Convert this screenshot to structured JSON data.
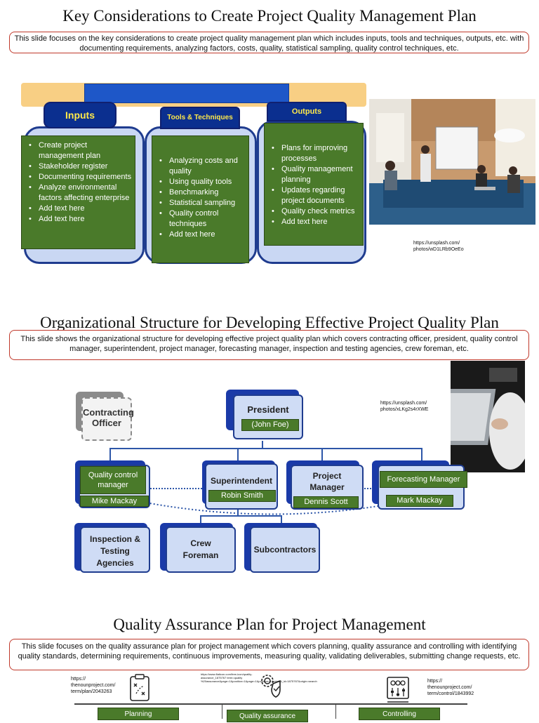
{
  "section1": {
    "title": "Key Considerations to Create Project Quality Management Plan",
    "description": "This slide focuses on the key considerations to create project quality management plan which includes inputs, tools and techniques, outputs, etc. with documenting requirements, analyzing factors, costs, quality, statistical sampling, quality control techniques, etc.",
    "inputs": {
      "header": "Inputs",
      "items": [
        "Create project management plan",
        "Stakeholder register",
        "Documenting requirements",
        "Analyze environmental factors affecting enterprise",
        "Add text here",
        "Add text here"
      ]
    },
    "tools": {
      "header": "Tools & Techniques",
      "items": [
        "Analyzing costs and quality",
        "Using quality tools",
        "Benchmarking",
        "Statistical sampling",
        "Quality control techniques",
        "Add text here"
      ]
    },
    "outputs": {
      "header": "Outputs",
      "items": [
        "Plans for improving processes",
        "Quality management planning",
        "Updates regarding project documents",
        "Quality check metrics",
        "Add text here"
      ]
    },
    "photo_credit": "https://unsplash.com/ photos/wD1LRb9OeEo"
  },
  "section2": {
    "title": "Organizational Structure for Developing Effective Project Quality Plan",
    "description": "This slide shows the organizational structure for developing effective project quality plan which covers contracting officer, president, quality control manager, superintendent, project manager, forecasting manager, inspection and testing agencies, crew foreman, etc.",
    "contracting_officer": "Contracting Officer",
    "president": {
      "role": "President",
      "name": "(John Foe)"
    },
    "quality_control": {
      "role": "Quality control manager",
      "name": "Mike Mackay"
    },
    "superintendent": {
      "role": "Superintendent",
      "name": "Robin Smith"
    },
    "project_manager": {
      "role": "Project Manager",
      "name": "Dennis Scott"
    },
    "forecasting": {
      "role": "Forecasting Manager",
      "name": "Mark Mackay"
    },
    "inspection": "Inspection & Testing Agencies",
    "crew": "Crew Foreman",
    "subcontractors": "Subcontractors",
    "photo_credit": "https://unsplash.com/ photos/xLKg2s4rXWE"
  },
  "section3": {
    "title": "Quality Assurance Plan for Project Management",
    "description": "This slide focuses on the quality assurance plan for project management which covers planning, quality assurance and controlling with identifying quality standards, determining requirements, continuous improvements, measuring quality, validating deliverables, submitting change requests, etc.",
    "credit_left": "https:// thenounproject.com/ term/plan/2043263",
    "credit_mid": "https://www.flaticon.com/free-icon/quality-assurance_1875767 term=quality %20assurance&page=1&position=1&page=1&position=1&related_id=1875767&origin=search",
    "credit_right": "https:// thenounproject.com/ term/control/1843992",
    "planning": "Planning",
    "qa": "Quality assurance",
    "controlling": "Controlling"
  }
}
